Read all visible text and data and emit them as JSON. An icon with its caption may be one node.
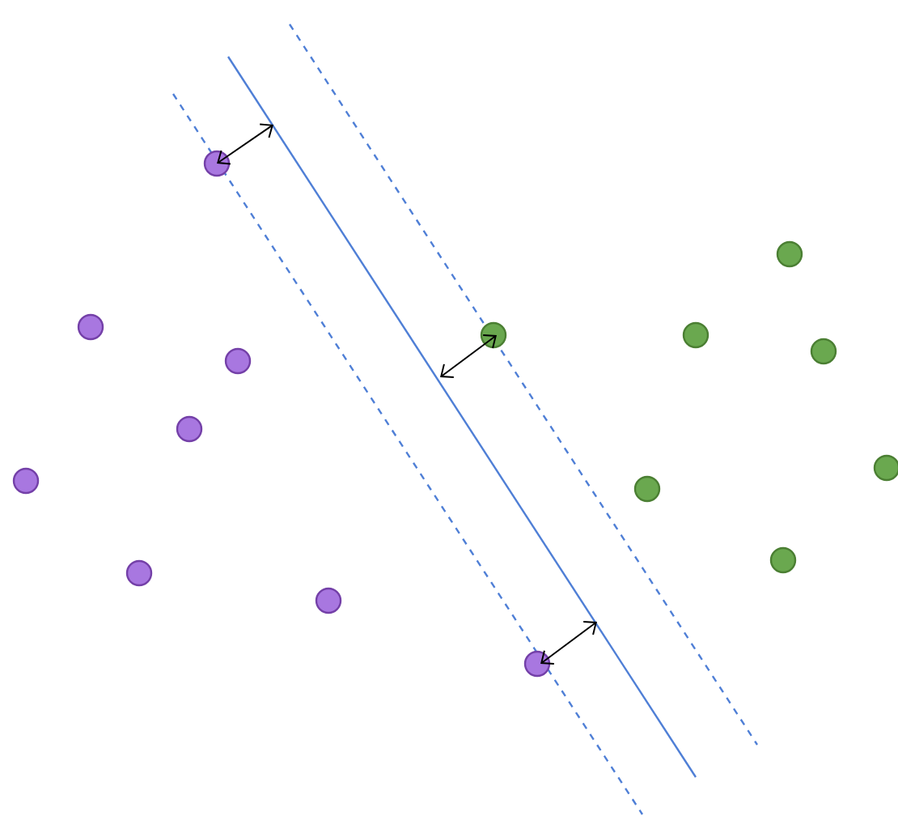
{
  "diagram": {
    "nodes": [
      {
        "text": [],
        "shape": "circle"
      },
      {
        "text": [],
        "shape": "circle"
      },
      {
        "text": [],
        "shape": "circle"
      },
      {
        "text": [],
        "shape": "circle"
      },
      {
        "text": [],
        "shape": "circle"
      },
      {
        "text": [],
        "shape": "circle"
      },
      {
        "text": [],
        "shape": "circle"
      },
      {
        "text": [],
        "shape": "circle"
      },
      {
        "text": [],
        "shape": "circle"
      },
      {
        "text": [],
        "shape": "circle"
      },
      {
        "text": [],
        "shape": "circle"
      },
      {
        "text": [],
        "shape": "circle"
      },
      {
        "text": [],
        "shape": "circle"
      },
      {
        "text": [],
        "shape": "circle"
      },
      {
        "text": [],
        "shape": "circle"
      }
    ]
  }
}
